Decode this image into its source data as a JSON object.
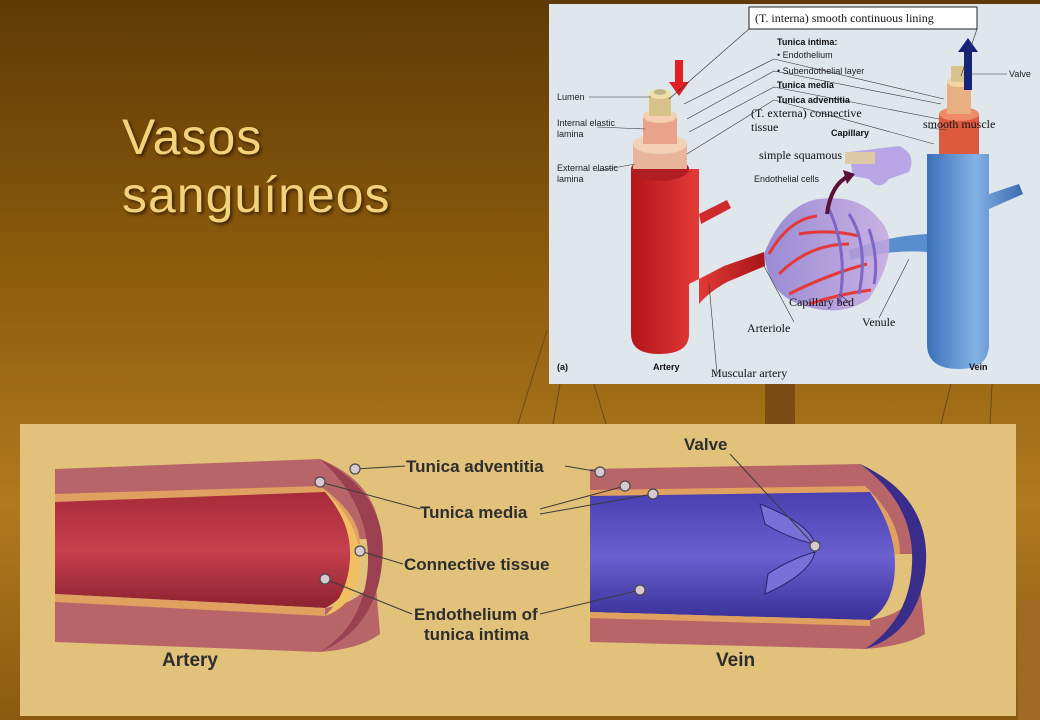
{
  "slide": {
    "title_line1": "Vasos",
    "title_line2": "sanguíneos"
  },
  "top_diagram": {
    "header_box": "(T. interna) smooth continuous lining",
    "tunica_intima": "Tunica intima:",
    "endothelium": "• Endothelium",
    "subendothelial": "• Subendothelial layer",
    "tunica_media": "Tunica media",
    "tunica_adventitia": "Tunica adventitia",
    "valve": "Valve",
    "lumen": "Lumen",
    "internal_elastic_1": "Internal elastic",
    "internal_elastic_2": "lamina",
    "external_elastic_1": "External elastic",
    "external_elastic_2": "lamina",
    "t_externa_1": "(T. externa) connective",
    "t_externa_2": "tissue",
    "capillary": "Capillary",
    "smooth_muscle": "smooth muscle",
    "simple_squamous": "simple squamous",
    "endothelial_cells": "Endothelial cells",
    "capillary_bed": "Capillary bed",
    "venule": "Venule",
    "arteriole": "Arteriole",
    "panel_letter": "(a)",
    "artery": "Artery",
    "muscular_artery": "Muscular artery",
    "vein": "Vein"
  },
  "bottom_diagram": {
    "tunica_adventitia": "Tunica adventitia",
    "tunica_media": "Tunica media",
    "connective_tissue": "Connective tissue",
    "endothelium_1": "Endothelium of",
    "endothelium_2": "tunica intima",
    "valve": "Valve",
    "artery": "Artery",
    "vein": "Vein"
  },
  "colors": {
    "title": "#f2d27a",
    "artery_red": "#d8262a",
    "vein_blue": "#5b8fd0",
    "vein_purple": "#4a3fb0"
  }
}
